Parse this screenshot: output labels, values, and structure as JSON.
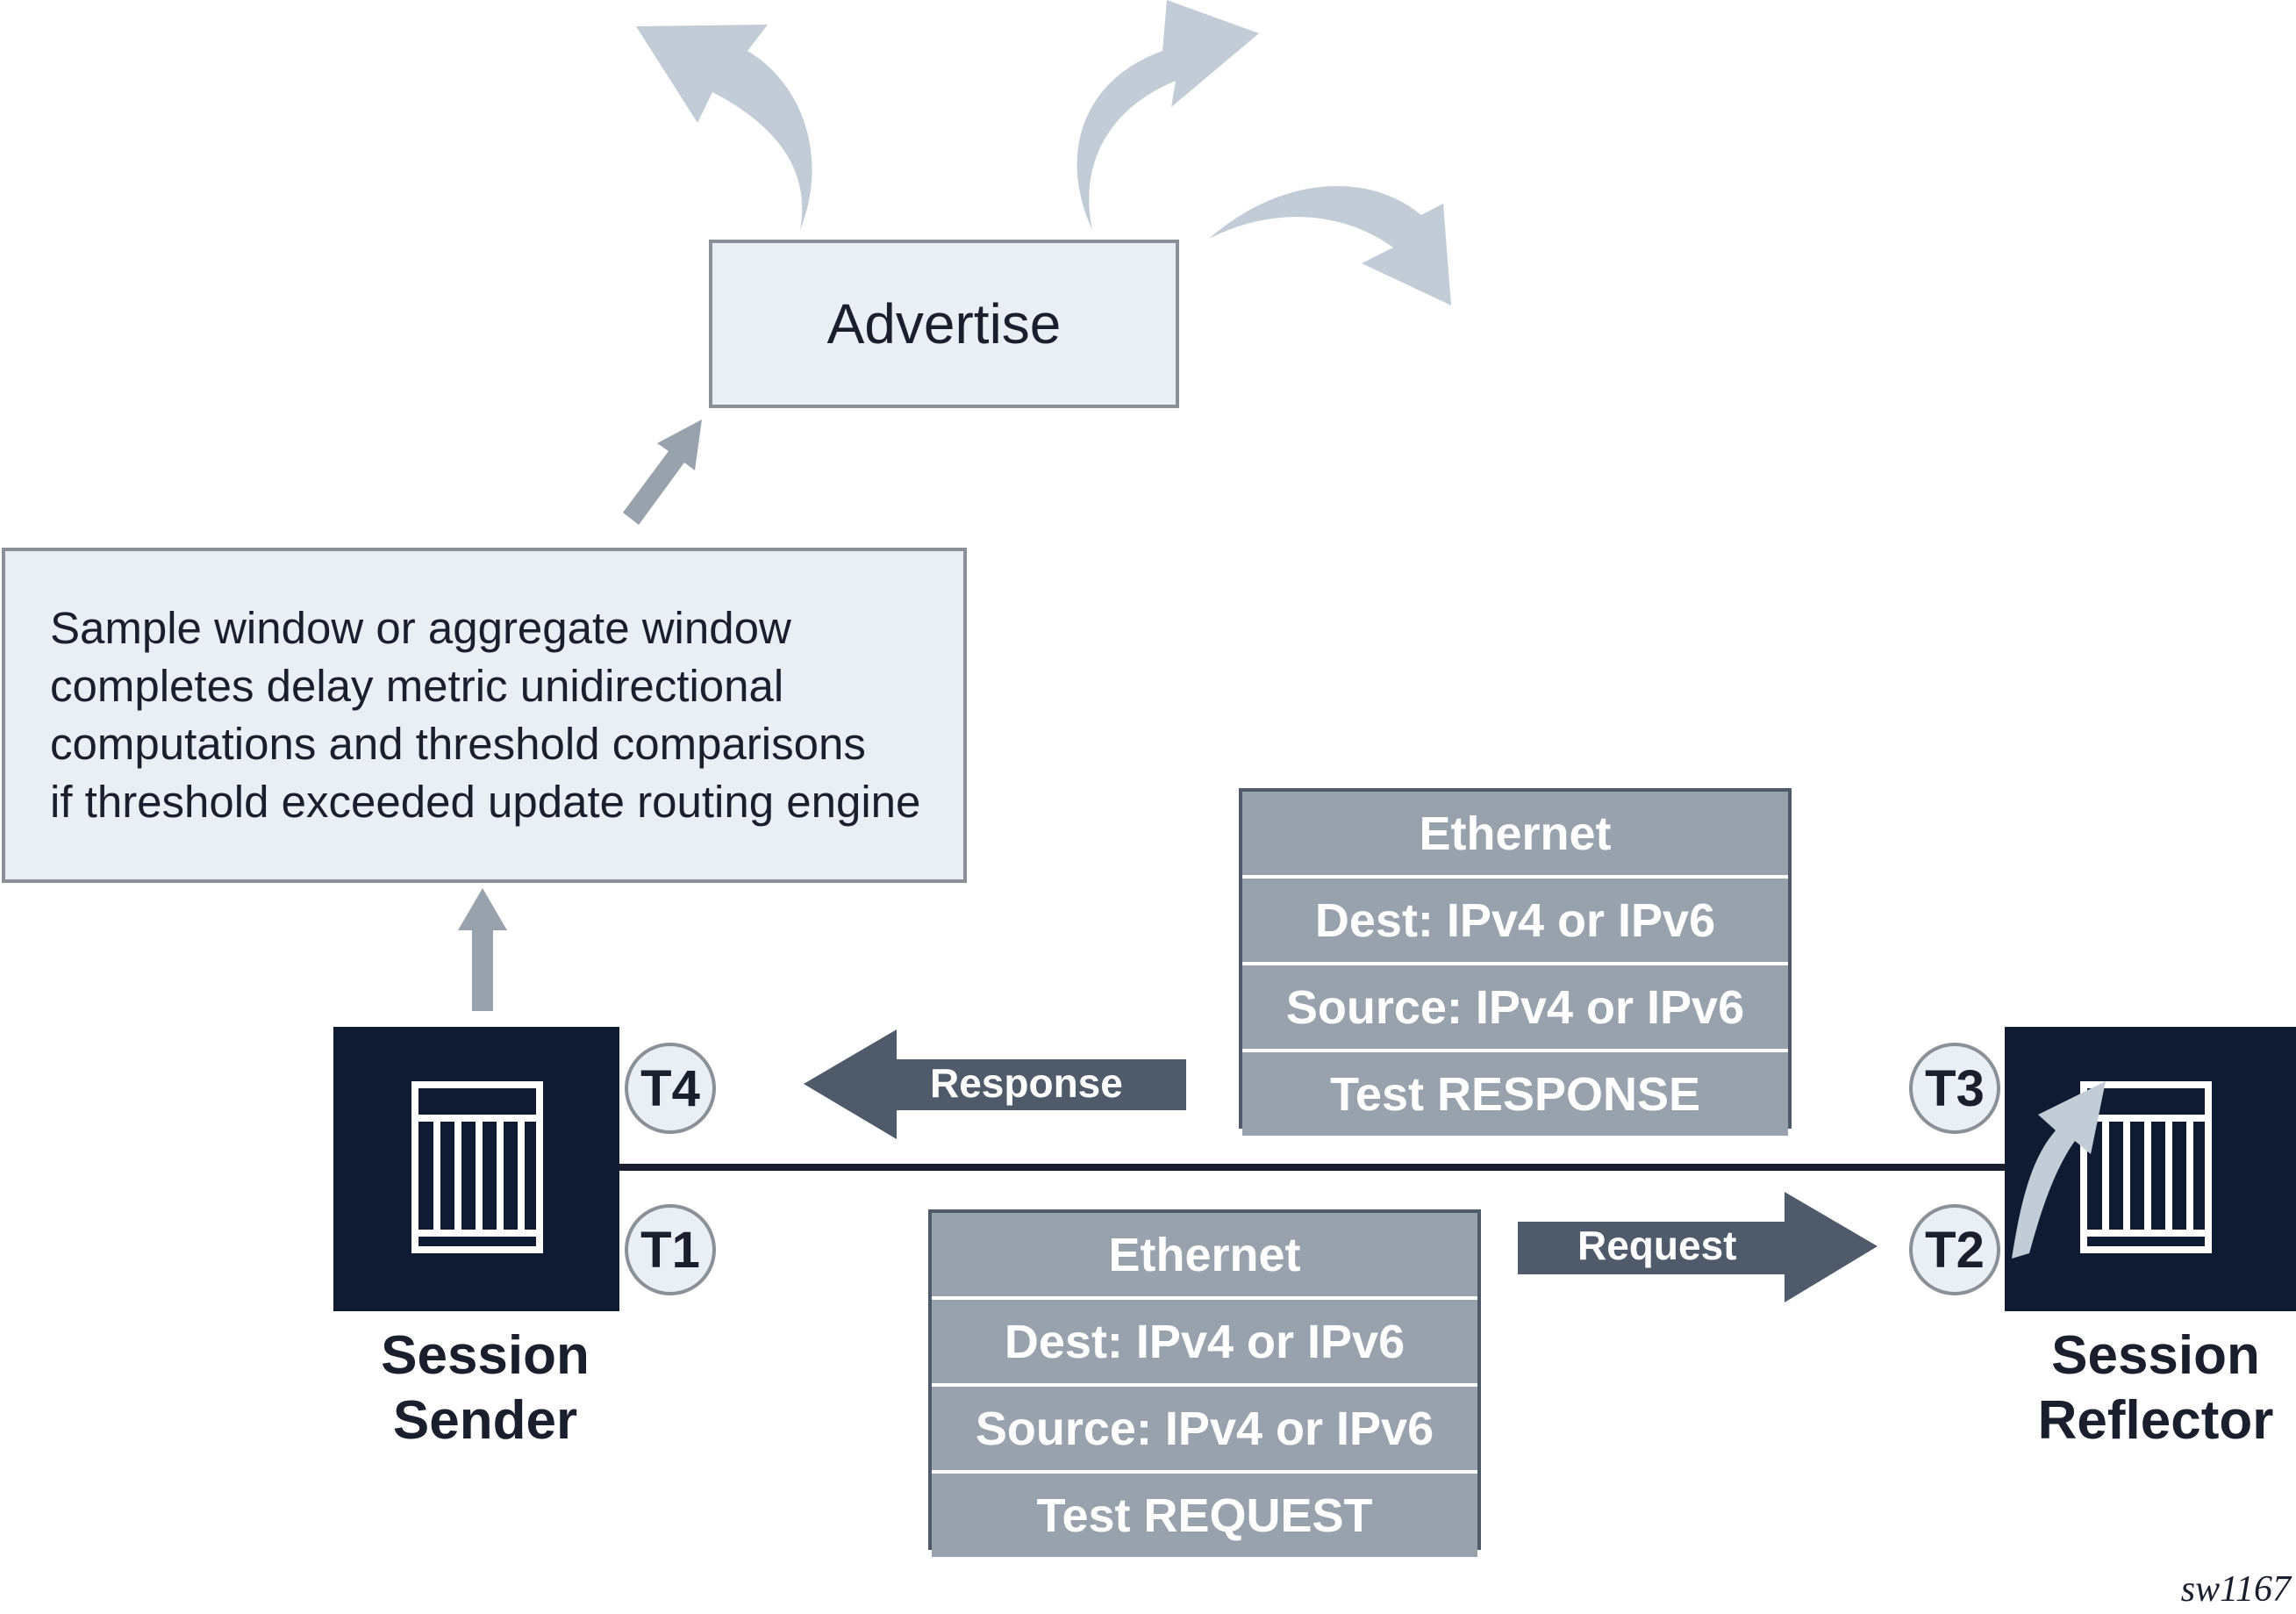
{
  "advertise": {
    "label": "Advertise"
  },
  "window_box": {
    "lines": [
      "Sample window or aggregate window",
      "completes delay metric unidirectional",
      "computations and threshold comparisons",
      "if threshold exceeded update routing engine"
    ]
  },
  "response_packet": {
    "rows": [
      "Ethernet",
      "Dest: IPv4 or IPv6",
      "Source: IPv4 or IPv6",
      "Test RESPONSE"
    ]
  },
  "request_packet": {
    "rows": [
      "Ethernet",
      "Dest: IPv4 or IPv6",
      "Source: IPv4 or IPv6",
      "Test REQUEST"
    ]
  },
  "arrows": {
    "response_label": "Response",
    "request_label": "Request"
  },
  "sender": {
    "label_line1": "Session",
    "label_line2": "Sender",
    "ts_top": "T4",
    "ts_bottom": "T1"
  },
  "reflector": {
    "label_line1": "Session",
    "label_line2": "Reflector",
    "ts_top": "T3",
    "ts_bottom": "T2"
  },
  "figure_id": "sw1167",
  "colors": {
    "light_fill": "#e9eff4",
    "packet_fill": "#98a2ad",
    "node_fill": "#0f1a33",
    "dark_arrow": "#4f5a6b",
    "advertise_arrow": "#c2ccd6"
  }
}
